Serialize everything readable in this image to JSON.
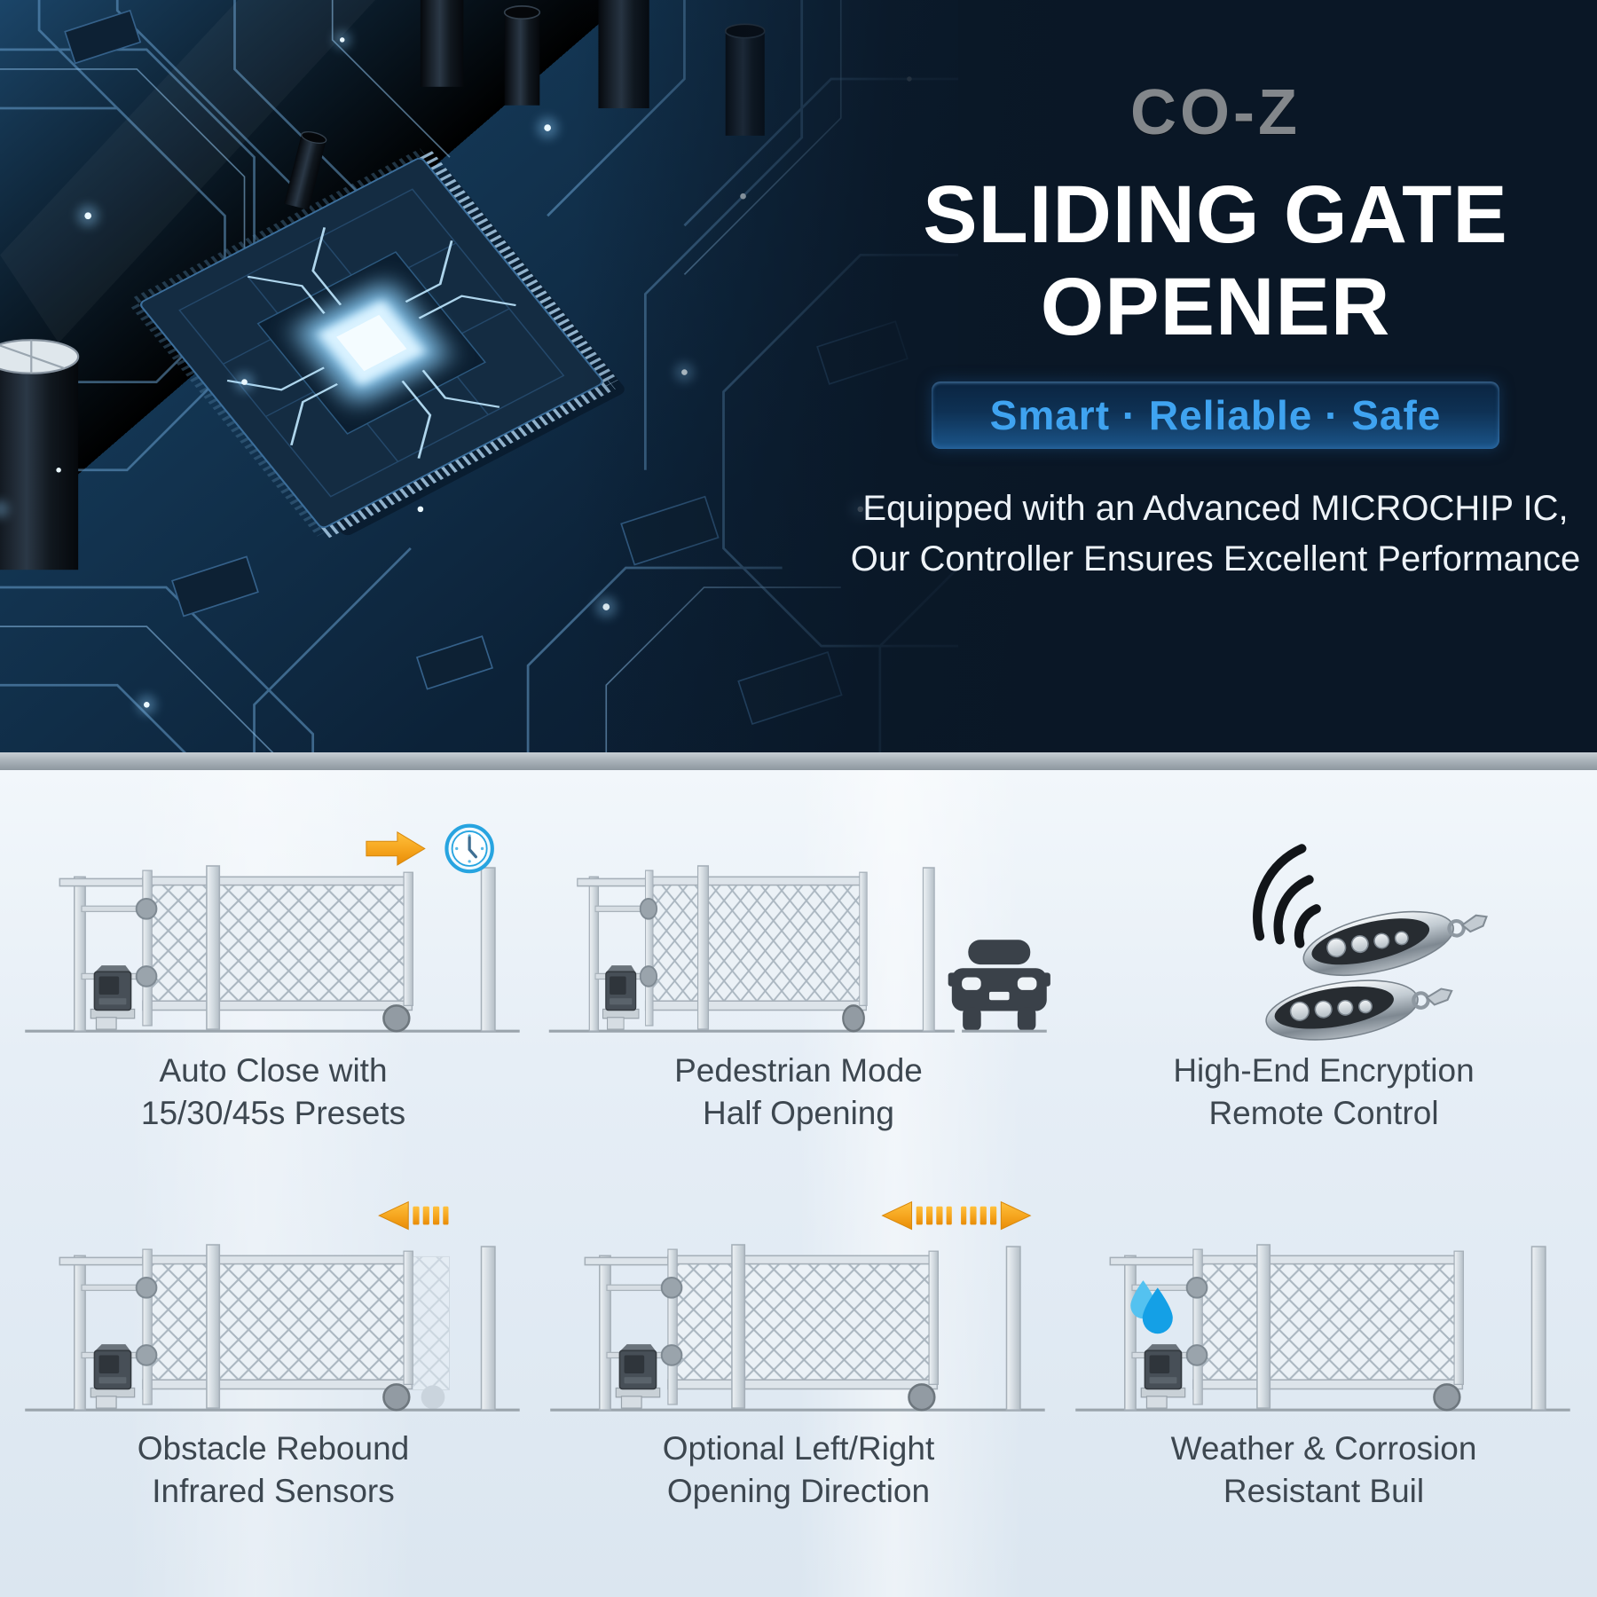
{
  "brand": {
    "logo_text": "CO-Z"
  },
  "hero": {
    "title_line1": "SLIDING GATE",
    "title_line2": "OPENER",
    "tagline": "Smart · Reliable · Safe",
    "subtitle_line1": "Equipped with an Advanced MICROCHIP IC,",
    "subtitle_line2": "Our Controller Ensures Excellent Performance"
  },
  "features": [
    {
      "caption_line1": "Auto Close with",
      "caption_line2": "15/30/45s Presets"
    },
    {
      "caption_line1": "Pedestrian Mode",
      "caption_line2": "Half Opening"
    },
    {
      "caption_line1": "High-End Encryption",
      "caption_line2": "Remote Control"
    },
    {
      "caption_line1": "Obstacle Rebound",
      "caption_line2": "Infrared Sensors"
    },
    {
      "caption_line1": "Optional Left/Right",
      "caption_line2": "Opening Direction"
    },
    {
      "caption_line1": "Weather & Corrosion",
      "caption_line2": "Resistant Buil"
    }
  ],
  "colors": {
    "accent_blue": "#3fa3f0",
    "arrow_orange": "#f5a41d",
    "icon_blue": "#29abe2",
    "caption_text": "#3d4750"
  }
}
